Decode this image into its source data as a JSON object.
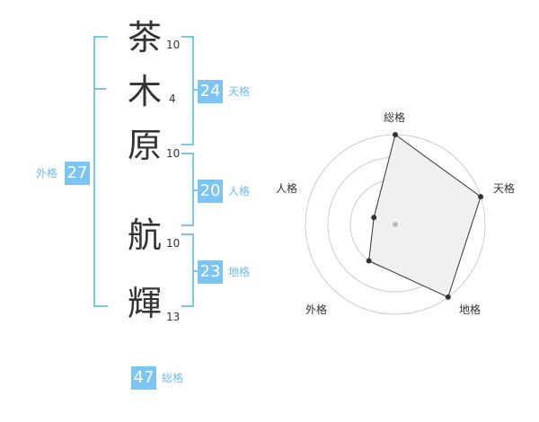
{
  "name": {
    "characters": [
      {
        "char": "茶",
        "strokes": "10"
      },
      {
        "char": "木",
        "strokes": "4"
      },
      {
        "char": "原",
        "strokes": "10"
      },
      {
        "char": "航",
        "strokes": "10"
      },
      {
        "char": "輝",
        "strokes": "13"
      }
    ]
  },
  "fortune": {
    "tenkaku": {
      "value": "24",
      "label": "天格"
    },
    "jinkaku": {
      "value": "20",
      "label": "人格"
    },
    "chikaku": {
      "value": "23",
      "label": "地格"
    },
    "gaikaku": {
      "value": "27",
      "label": "外格"
    },
    "soukaku": {
      "value": "47",
      "label": "総格"
    }
  },
  "radar": {
    "axes": [
      "総格",
      "天格",
      "地格",
      "外格",
      "人格"
    ],
    "levels": 4,
    "values": [
      4,
      4,
      4,
      2,
      1
    ],
    "max": 4,
    "fill_color": "#f0f0f0",
    "line_color": "#333333",
    "grid_color": "#cccccc"
  },
  "colors": {
    "accent": "#7cc4f2",
    "label": "#6fbdea"
  }
}
